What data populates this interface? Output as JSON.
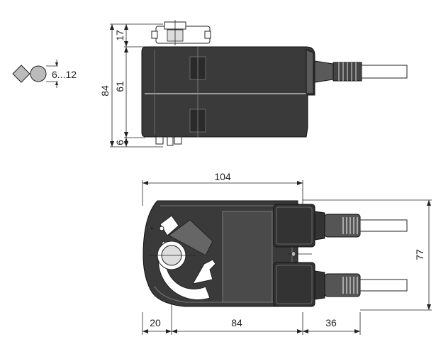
{
  "shaft_symbol": {
    "range_label": "6...12"
  },
  "side_view": {
    "dim_total": "84",
    "dim_top": "17",
    "dim_middle": "61",
    "dim_bottom": "6"
  },
  "top_view": {
    "dim_width": "104",
    "dim_height": "77",
    "dim_left": "20",
    "dim_middle": "84",
    "dim_right": "36"
  }
}
